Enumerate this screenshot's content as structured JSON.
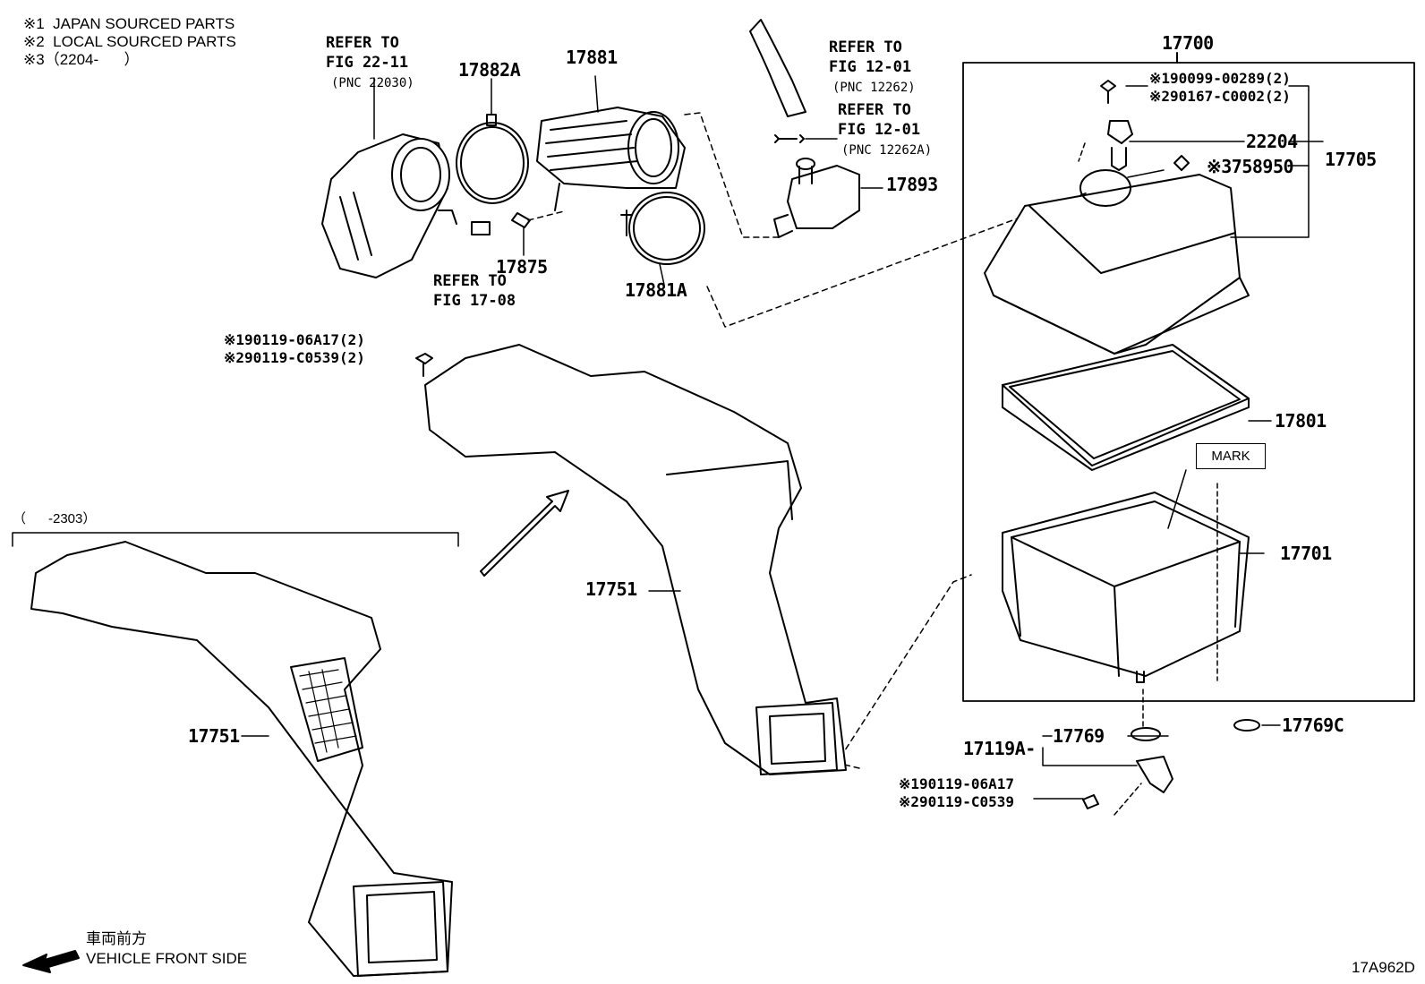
{
  "legend": {
    "note1": "※1  JAPAN SOURCED PARTS",
    "note2": "※2  LOCAL SOURCED PARTS",
    "note3": "※3（2204-      ）"
  },
  "range_label": "（      -2303）",
  "front_side": {
    "jp": "車両前方",
    "en": "VEHICLE FRONT SIDE"
  },
  "figure_code": "17A962D",
  "mark_label": "MARK",
  "refs": {
    "throttle": {
      "line1": "REFER TO",
      "line2": "FIG 22-11",
      "line3": "(PNC 22030)"
    },
    "hose": {
      "line1": "REFER TO",
      "line2": "FIG 12-01",
      "line3": "(PNC 12262)"
    },
    "hose_a": {
      "line1": "REFER TO",
      "line2": "FIG 12-01",
      "line3": "(PNC 12262A)"
    },
    "fig1708": {
      "line1": "REFER TO",
      "line2": "FIG 17-08"
    }
  },
  "parts": {
    "p17882A": "17882A",
    "p17881": "17881",
    "p17875": "17875",
    "p17881A": "17881A",
    "p17893": "17893",
    "p17700": "17700",
    "p22204": "22204",
    "p17705": "17705",
    "p758950": "※3758950",
    "p17801": "17801",
    "p17701": "17701",
    "p17751_center": "17751",
    "p17751_left": "17751",
    "p17769": "17769",
    "p17119A": "17119A-",
    "p17769C": "17769C"
  },
  "bolts": {
    "top_1": "※190099-00289(2)",
    "top_2": "※290167-C0002(2)",
    "duct_1": "※190119-06A17(2)",
    "duct_2": "※290119-C0539(2)",
    "bracket_1": "※190119-06A17",
    "bracket_2": "※290119-C0539"
  }
}
